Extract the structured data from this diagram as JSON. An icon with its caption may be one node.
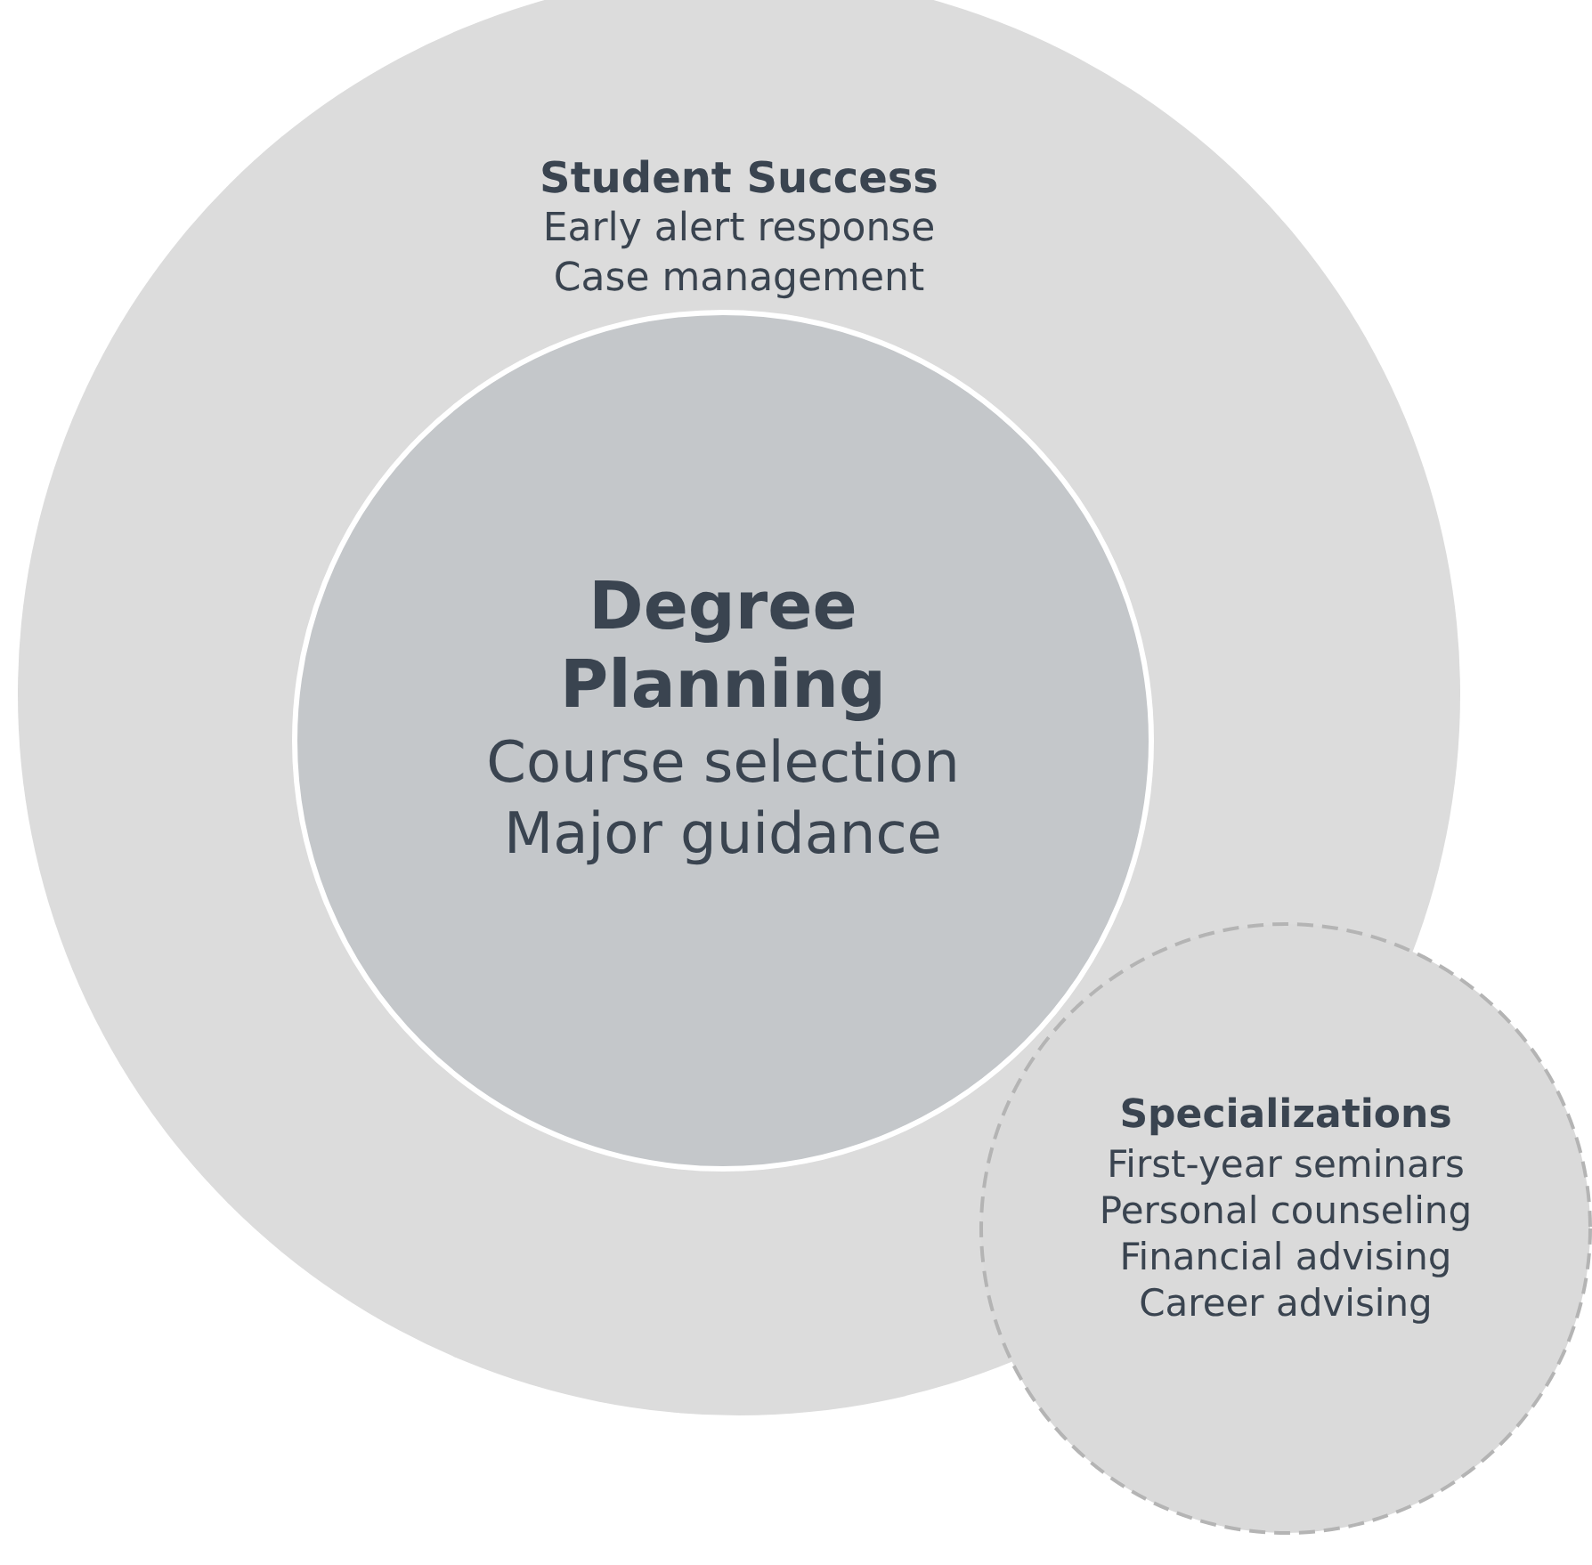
{
  "diagram": {
    "nodes": [
      {
        "text": [
          "Student Success",
          "Early alert response",
          "Case management"
        ]
      },
      {
        "text": [
          "Degree Planning",
          "Course selection",
          "Major guidance"
        ],
        "in": 0
      },
      {
        "text": [
          "Specializations",
          "First-year seminars",
          "Personal counseling",
          "Financial advising",
          "Career advising"
        ]
      }
    ]
  }
}
